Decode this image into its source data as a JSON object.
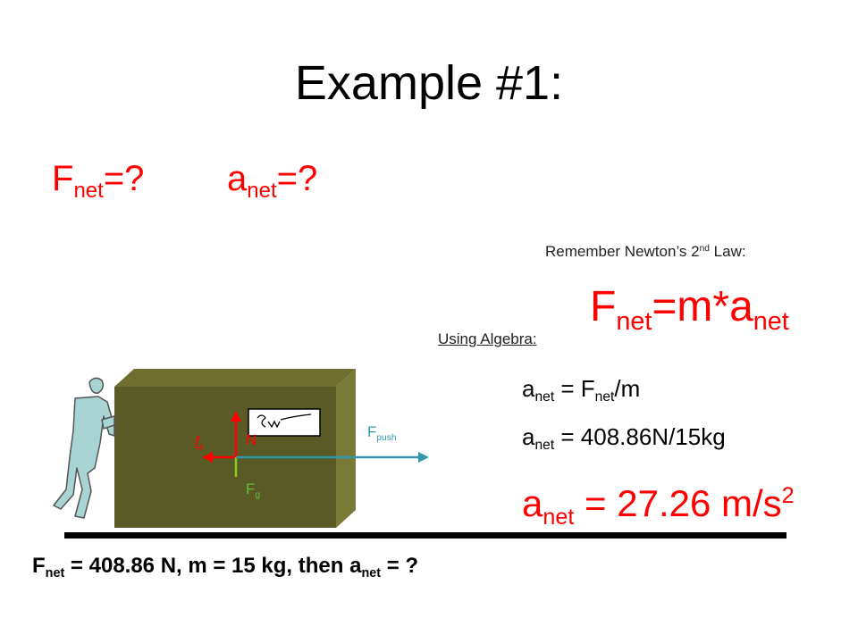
{
  "title": "Example #1:",
  "unknowns": {
    "fnet": {
      "main": "F",
      "sub": "net",
      "tail": "=?"
    },
    "anet": {
      "main": "a",
      "sub": "net",
      "tail": "=?"
    }
  },
  "reminder": {
    "pre": "Remember Newton’s 2",
    "sup": "nd",
    "post": " Law:"
  },
  "newton_law": {
    "f": "F",
    "f_sub": "net",
    "mid": "=m*a",
    "a_sub": "net"
  },
  "using_algebra": {
    "text": "Using Algebra",
    "colon": ":"
  },
  "equations": [
    {
      "a": "a",
      "a_sub": "net",
      "mid": " = F",
      "f_sub": "net",
      "tail": "/m"
    },
    {
      "a": "a",
      "a_sub": "net",
      "tail": " = 408.86N/15kg"
    },
    {
      "a": "a",
      "a_sub": "net",
      "tail": " = 27.26 m/s",
      "sup": "2"
    }
  ],
  "given": {
    "f": "F",
    "f_sub": "net",
    "mid": " = 408.86 N, m = 15 kg, then a",
    "a_sub": "net",
    "tail": " = ?"
  },
  "diagram": {
    "labels": {
      "fk": {
        "main": "f",
        "sub": "k"
      },
      "n": "N",
      "fg": {
        "main": "F",
        "sub": "g"
      },
      "fpush": {
        "main": "F",
        "sub": "push"
      }
    },
    "colors": {
      "box_front": "#5a5a26",
      "box_side": "#7a7a38",
      "box_top": "#6e6e30",
      "figure": "#a8d4d4",
      "friction": "#ff0000",
      "normal": "#ff0000",
      "gravity": "#88cc22",
      "push": "#3399aa",
      "ground": "#000000"
    },
    "icons": {
      "person": "pushing-person-icon",
      "label_card": "scribble-label-icon"
    }
  }
}
